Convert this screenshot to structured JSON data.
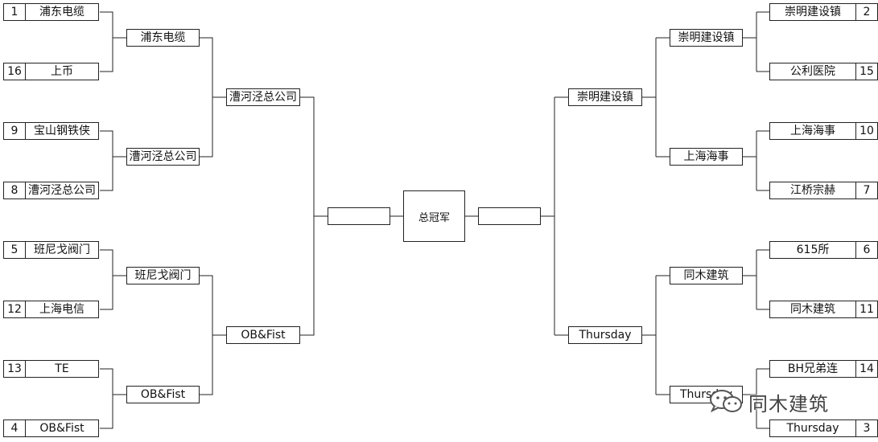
{
  "left": {
    "r1": [
      {
        "seed": "1",
        "name": "浦东电缆"
      },
      {
        "seed": "16",
        "name": "上币"
      },
      {
        "seed": "9",
        "name": "宝山钢铁侠"
      },
      {
        "seed": "8",
        "name": "漕河泾总公司"
      },
      {
        "seed": "5",
        "name": "班尼戈阀门"
      },
      {
        "seed": "12",
        "name": "上海电信"
      },
      {
        "seed": "13",
        "name": "TE"
      },
      {
        "seed": "4",
        "name": "OB&Fist"
      }
    ],
    "r2": [
      "浦东电缆",
      "漕河泾总公司",
      "班尼戈阀门",
      "OB&Fist"
    ],
    "r3": [
      "漕河泾总公司",
      "OB&Fist"
    ],
    "final": ""
  },
  "right": {
    "r1": [
      {
        "seed": "2",
        "name": "崇明建设镇"
      },
      {
        "seed": "15",
        "name": "公利医院"
      },
      {
        "seed": "10",
        "name": "上海海事"
      },
      {
        "seed": "7",
        "name": "江桥宗赫"
      },
      {
        "seed": "6",
        "name": "615所"
      },
      {
        "seed": "11",
        "name": "同木建筑"
      },
      {
        "seed": "14",
        "name": "BH兄弟连"
      },
      {
        "seed": "3",
        "name": "Thursday"
      }
    ],
    "r2": [
      "崇明建设镇",
      "上海海事",
      "同木建筑",
      "Thursday"
    ],
    "r3": [
      "崇明建设镇",
      "Thursday"
    ],
    "final": ""
  },
  "champion_label": "总冠军",
  "watermark": "同木建筑"
}
